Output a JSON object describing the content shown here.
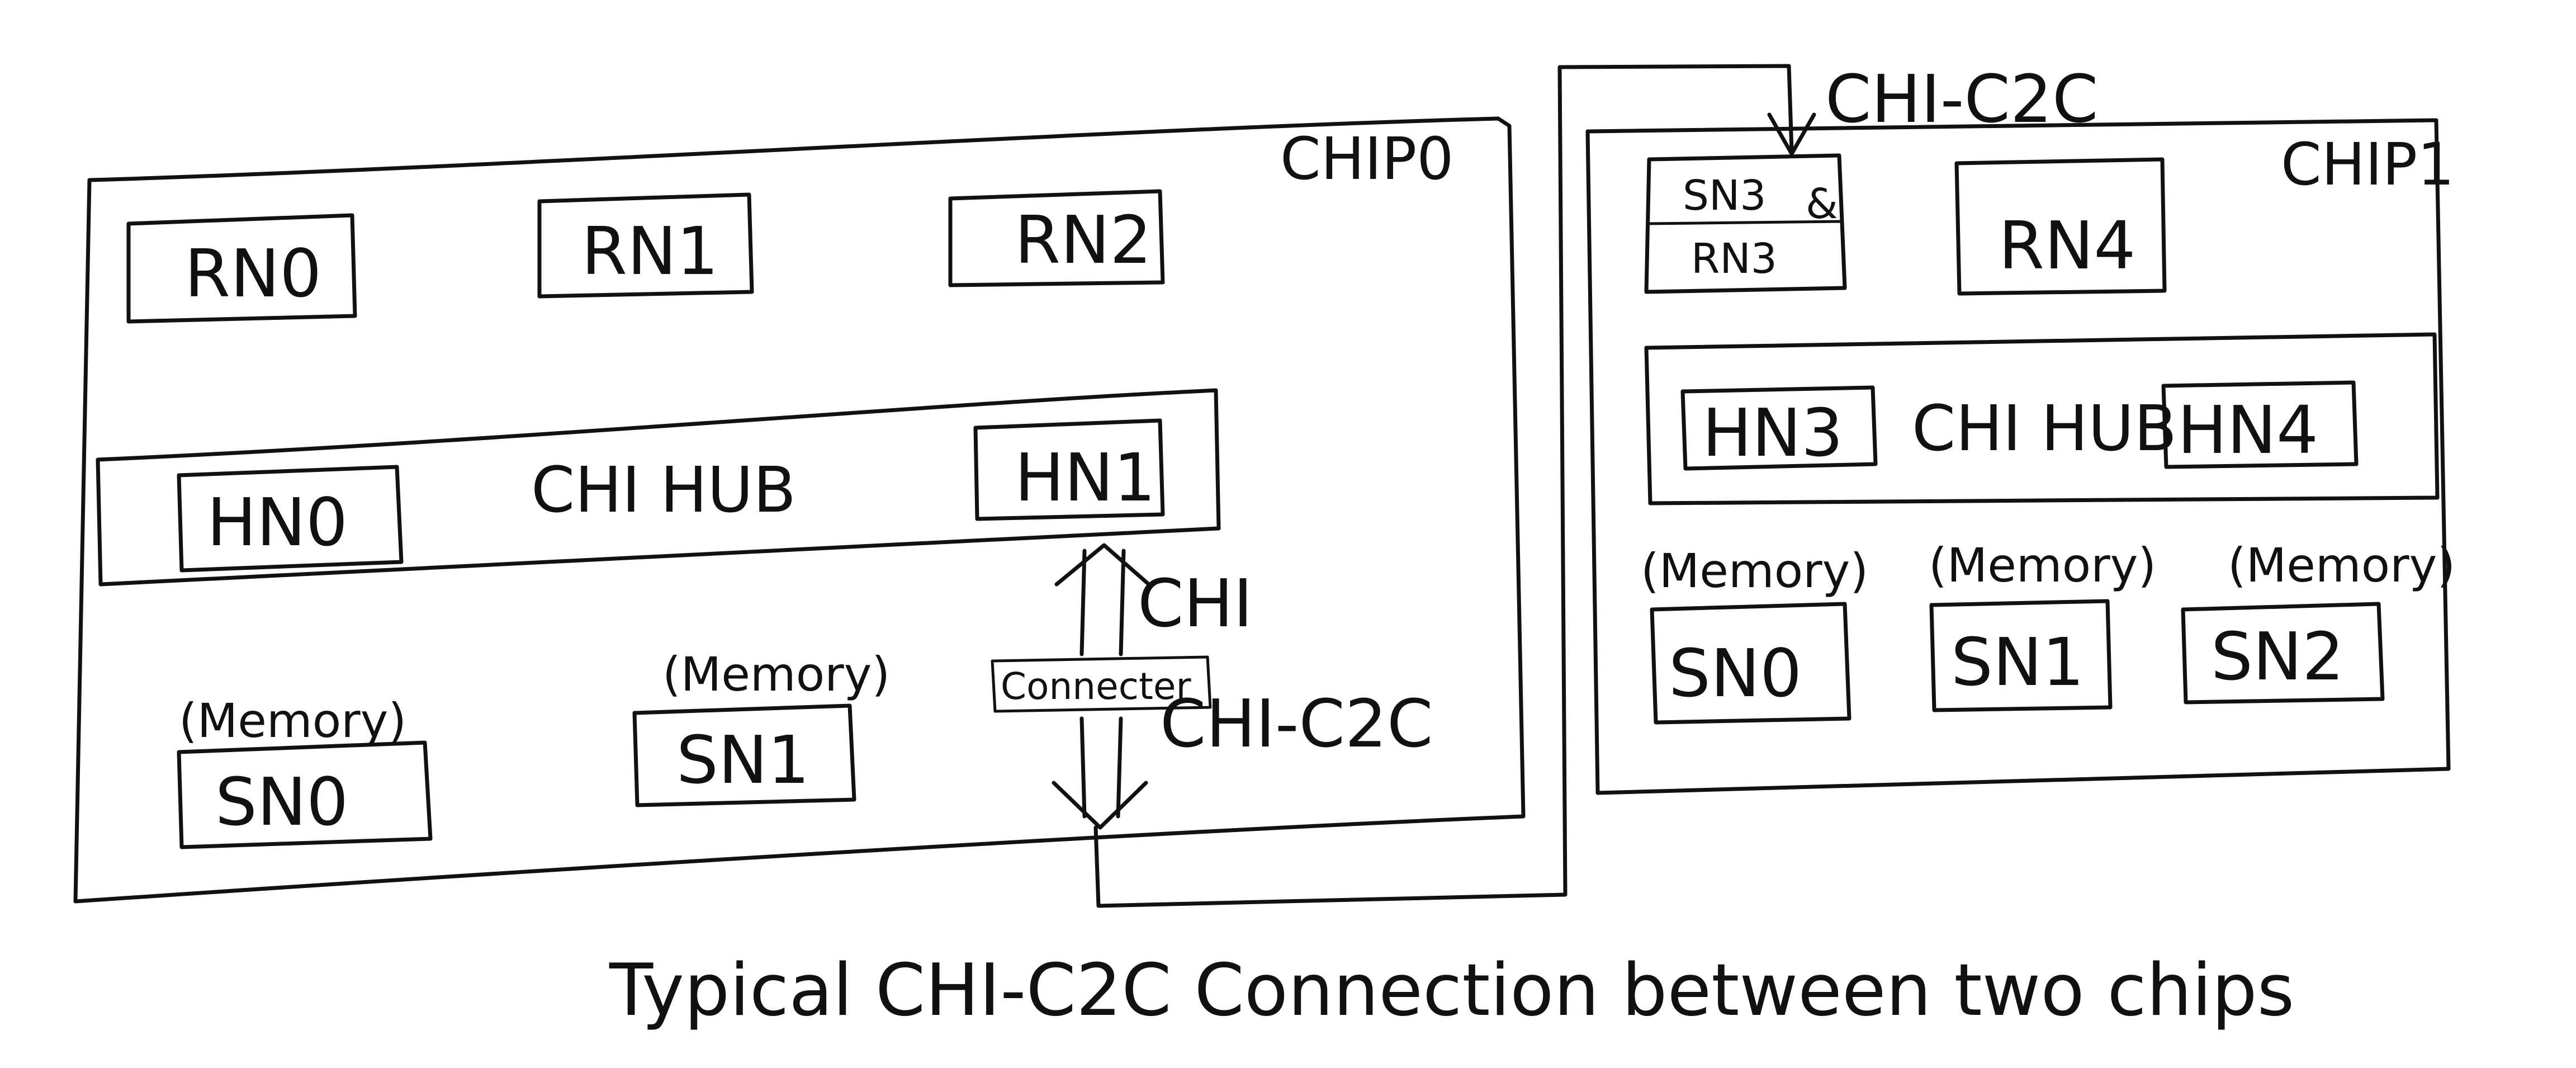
{
  "caption": "Typical CHI-C2C Connection between two chips",
  "chip0": {
    "label": "CHIP0",
    "request_nodes": [
      "RN0",
      "RN1",
      "RN2"
    ],
    "hub": {
      "label": "CHI HUB",
      "home_nodes": [
        "HN0",
        "HN1"
      ]
    },
    "slave_nodes": [
      {
        "name": "SN0",
        "annotation": "(Memory)"
      },
      {
        "name": "SN1",
        "annotation": "(Memory)"
      }
    ],
    "connector_label": "Connecter",
    "link_chi": "CHI",
    "link_c2c": "CHI-C2C"
  },
  "chip1": {
    "label": "CHIP1",
    "split_node": {
      "top": "SN3",
      "amp": "&",
      "bottom": "RN3"
    },
    "request_nodes": [
      "RN4"
    ],
    "hub": {
      "label": "CHI HUB",
      "home_nodes": [
        "HN3",
        "HN4"
      ]
    },
    "slave_nodes": [
      {
        "name": "SN0",
        "annotation": "(Memory)"
      },
      {
        "name": "SN1",
        "annotation": "(Memory)"
      },
      {
        "name": "SN2",
        "annotation": "(Memory)"
      }
    ],
    "incoming_link": "CHI-C2C"
  }
}
